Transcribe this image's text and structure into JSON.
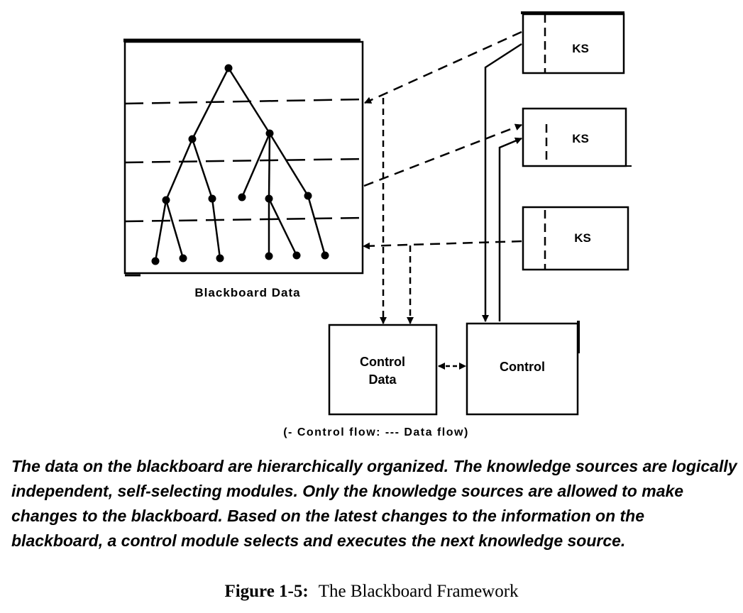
{
  "blackboard": {
    "label": "Blackboard Data"
  },
  "knowledge_sources": [
    {
      "label": "KS"
    },
    {
      "label": "KS"
    },
    {
      "label": "KS"
    }
  ],
  "control_data": {
    "line1": "Control",
    "line2": "Data"
  },
  "control": {
    "label": "Control"
  },
  "legend": {
    "text": "(- Control flow: --- Data flow)"
  },
  "caption": {
    "paragraph": "The data on the blackboard are hierarchically organized. The knowledge sources are logically independent, self-selecting modules. Only the knowledge sources are allowed to make changes to the blackboard. Based on the latest changes to the information on the blackboard, a control module selects and executes the next knowledge source.",
    "figure_number": "Figure 1-5:",
    "figure_title": "The Blackboard Framework"
  }
}
